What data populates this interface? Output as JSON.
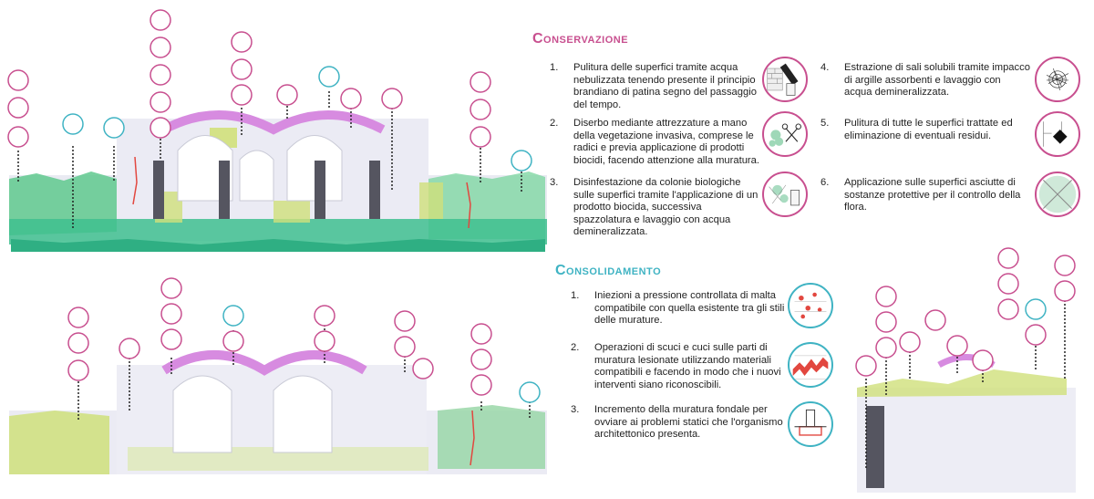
{
  "conservazione": {
    "title": "Conservazione",
    "items": [
      {
        "num": "1.",
        "text": "Pulitura delle superfici tramite acqua nebulizzata tenendo presente il principio brandiano di patina segno del passaggio del tempo.",
        "icon": "spray-bottle-icon"
      },
      {
        "num": "2.",
        "text": "Diserbo mediante attrezzature a mano della vegetazione invasiva, comprese le radici e previa applicazione di prodotti biocidi, facendo attenzione alla muratura.",
        "icon": "scissors-plant-icon"
      },
      {
        "num": "3.",
        "text": "Disinfestazione da colonie biologiche sulle superfici tramite l'applicazione di un prodotto biocida, successiva spazzolatura e lavaggio con acqua demineralizzata.",
        "icon": "biocide-spray-icon"
      },
      {
        "num": "4.",
        "text": "Estrazione di sali solubili tramite impacco di argille assorbenti e lavaggio con acqua demineralizzata.",
        "icon": "salt-extraction-icon"
      },
      {
        "num": "5.",
        "text": "Pulitura di tutte le superfici trattate ed eliminazione di eventuali residui.",
        "icon": "residue-cleaning-icon"
      },
      {
        "num": "6.",
        "text": " Applicazione sulle superfici asciutte di sostanze protettive per il controllo della flora.",
        "icon": "protective-coating-icon"
      }
    ]
  },
  "consolidamento": {
    "title": "Consolidamento",
    "items": [
      {
        "num": "1.",
        "text": "Iniezioni a pressione controllata di malta compatibile con quella esistente tra gli stili delle murature.",
        "icon": "injection-icon"
      },
      {
        "num": "2.",
        "text": "Operazioni di scuci e cuci sulle parti di muratura lesionate utilizzando materiali compatibili e facendo in modo che i nuovi interventi siano riconoscibili.",
        "icon": "scuci-cuci-icon"
      },
      {
        "num": "3.",
        "text": "Incremento della muratura fondale per ovviare ai problemi statici che l'organismo architettonico presenta.",
        "icon": "foundation-icon"
      }
    ]
  },
  "colors": {
    "conservazione": "#c84f8f",
    "consolidamento": "#3fb3c3",
    "vegetation_green": "#3fbf8f",
    "moss_yellow": "#cfe07a",
    "biological_purple": "#d78be0",
    "masonry_dark": "#555560",
    "crack_red": "#e2473f"
  }
}
